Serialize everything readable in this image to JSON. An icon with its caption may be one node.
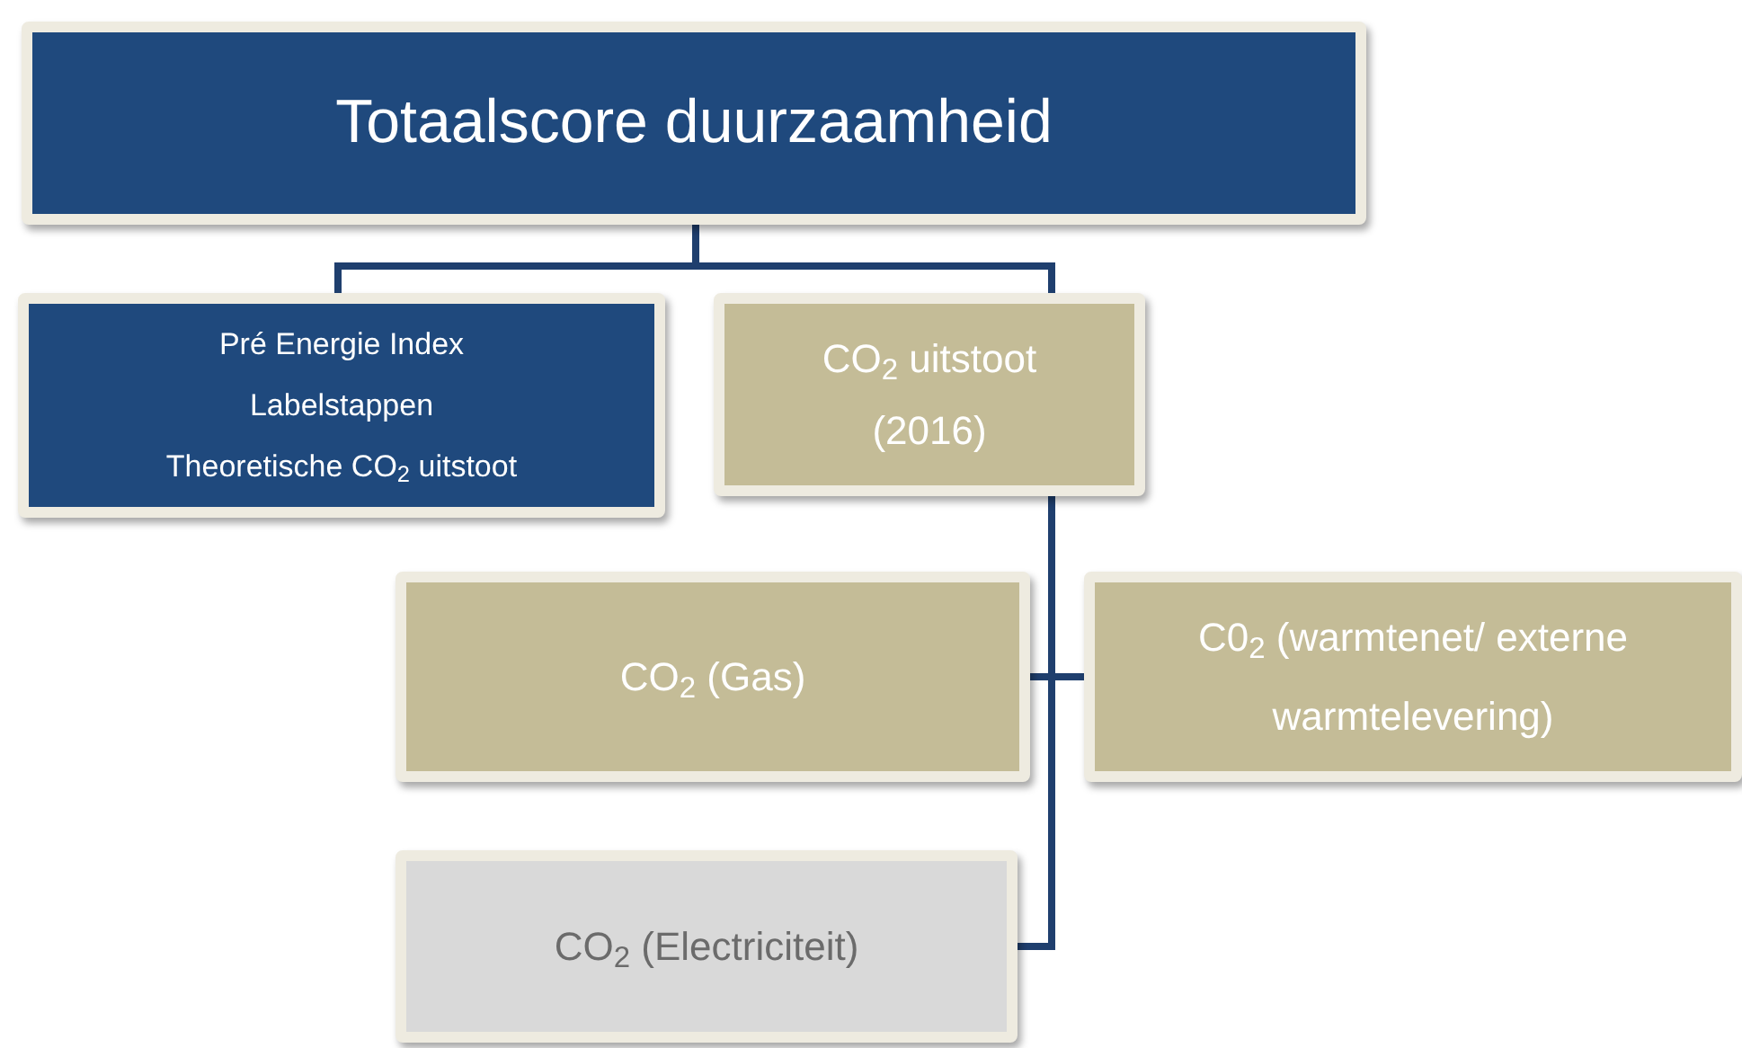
{
  "diagram": {
    "nodes": [
      {
        "text": [
          "Totaalscore duurzaamheid"
        ]
      },
      {
        "text": [
          "Pré Energie Index",
          "Labelstappen",
          "Theoretische CO$_{2}$ uitstoot"
        ]
      },
      {
        "text": [
          "CO$_{2}$ uitstoot (2016)"
        ]
      },
      {
        "text": [
          "CO$_{2}$ (Gas)"
        ]
      },
      {
        "text": [
          "C0$_{2}$ (warmtenet/ externe warmtelevering)"
        ]
      },
      {
        "text": [
          "CO$_{2}$ (Electriciteit)"
        ]
      }
    ],
    "edges": [
      {
        "from": 0,
        "to": 1,
        "arrow": "none"
      },
      {
        "from": 0,
        "to": 2,
        "arrow": "none"
      },
      {
        "from": 2,
        "to": 3,
        "arrow": "none"
      },
      {
        "from": 2,
        "to": 4,
        "arrow": "none"
      },
      {
        "from": 2,
        "to": 5,
        "arrow": "none"
      }
    ]
  }
}
